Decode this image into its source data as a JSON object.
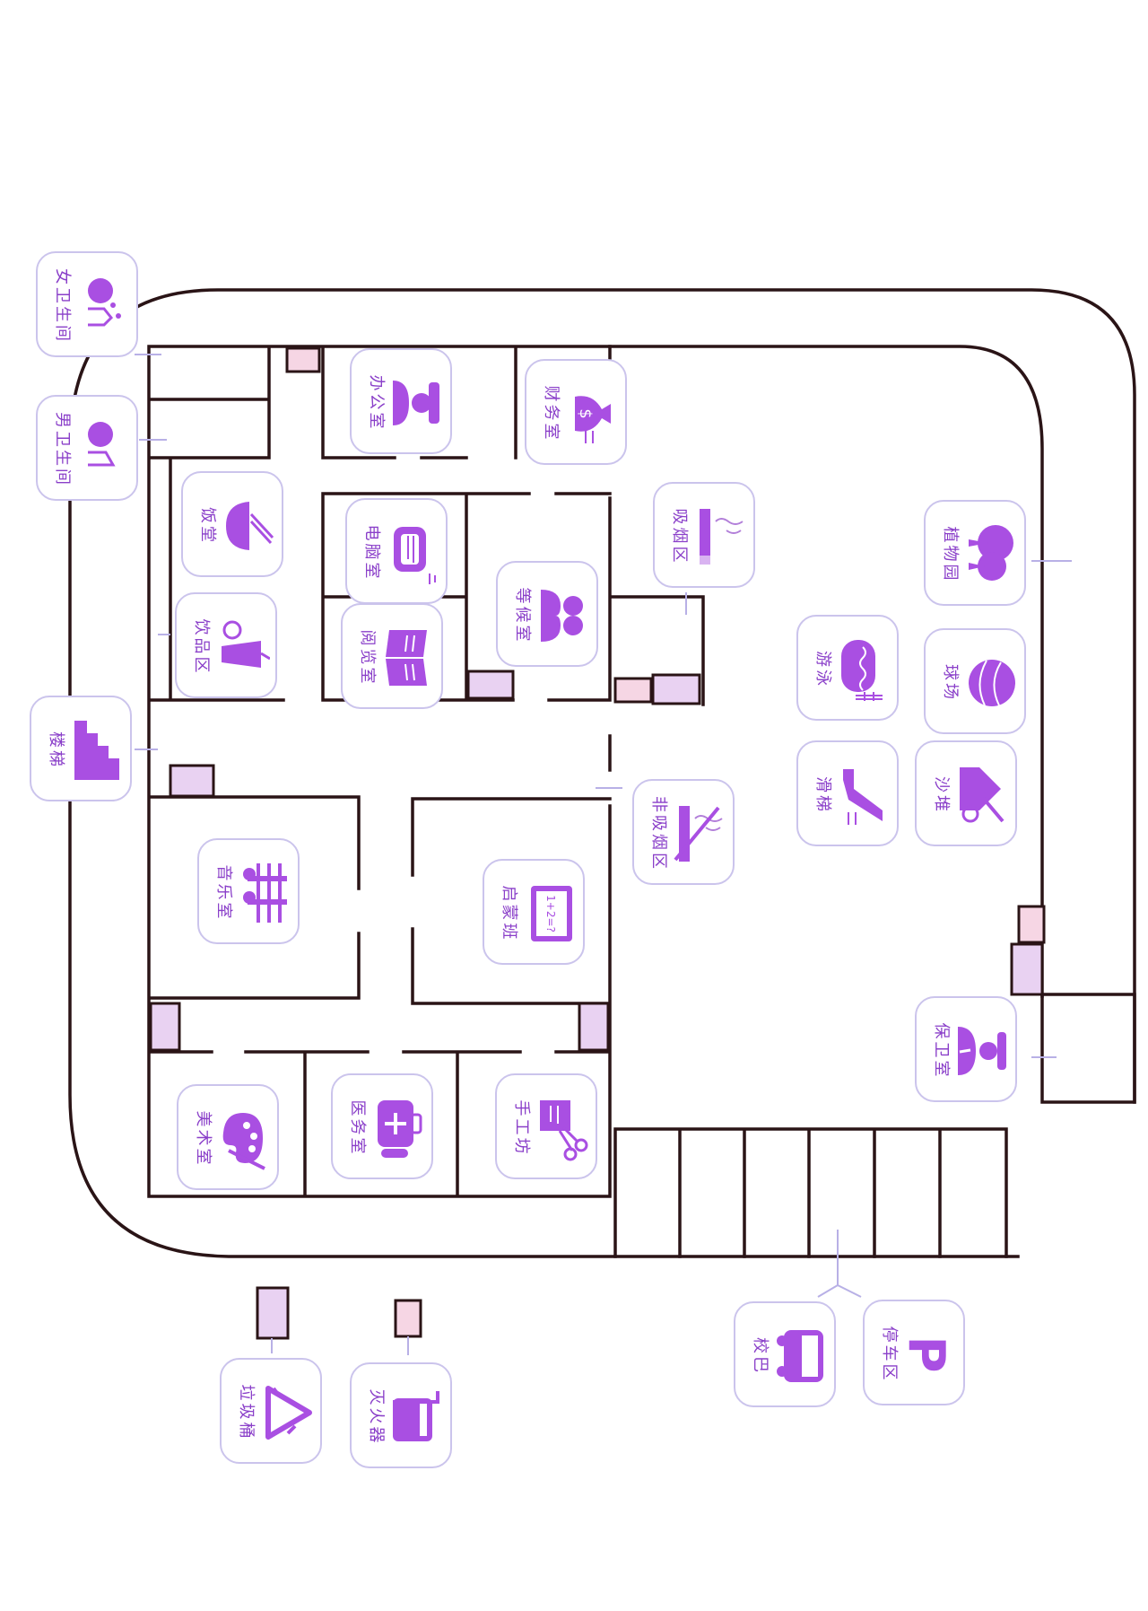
{
  "map_title": "",
  "colors": {
    "wall": "#2a1416",
    "icon": "#a94fe2",
    "label": "#8a3fc9",
    "card_border": "#cbc4ec",
    "door": "#e9d2f2",
    "door_pink": "#f6d6e4",
    "connector": "#b8b0e6"
  },
  "rooms": {
    "bathroom_female": {
      "label": "女卫生间",
      "icon": "female-restroom-icon"
    },
    "bathroom_male": {
      "label": "男卫生间",
      "icon": "male-restroom-icon"
    },
    "office": {
      "label": "办公室",
      "icon": "office-worker-icon"
    },
    "finance": {
      "label": "财务室",
      "icon": "money-bag-icon"
    },
    "cafeteria": {
      "label": "饭堂",
      "icon": "noodle-bowl-icon"
    },
    "drinks": {
      "label": "饮品区",
      "icon": "drink-cup-icon"
    },
    "computer": {
      "label": "电脑室",
      "icon": "computer-icon"
    },
    "reading": {
      "label": "阅览室",
      "icon": "open-book-icon"
    },
    "waiting": {
      "label": "等候室",
      "icon": "people-icon"
    },
    "smoking": {
      "label": "吸烟区",
      "icon": "cigarette-icon"
    },
    "no_smoking": {
      "label": "非吸烟区",
      "icon": "no-smoking-icon"
    },
    "stairs": {
      "label": "楼梯",
      "icon": "stairs-icon"
    },
    "music": {
      "label": "音乐室",
      "icon": "music-icon"
    },
    "enlightenment": {
      "label": "启蒙班",
      "icon": "blackboard-icon",
      "board_text": "1+2=?"
    },
    "art": {
      "label": "美术室",
      "icon": "palette-icon"
    },
    "medical": {
      "label": "医务室",
      "icon": "medical-kit-icon"
    },
    "craft": {
      "label": "手工坊",
      "icon": "scissors-icon"
    },
    "botanical": {
      "label": "植物园",
      "icon": "trees-icon"
    },
    "swimming": {
      "label": "游泳",
      "icon": "pool-icon"
    },
    "ballcourt": {
      "label": "球场",
      "icon": "ball-icon"
    },
    "slide": {
      "label": "滑梯",
      "icon": "slide-icon"
    },
    "sandpile": {
      "label": "沙堆",
      "icon": "sandpile-icon"
    },
    "security": {
      "label": "保卫室",
      "icon": "guard-icon"
    },
    "school_bus": {
      "label": "校巴",
      "icon": "bus-icon"
    },
    "parking": {
      "label": "停车区",
      "icon": "parking-icon",
      "glyph": "P"
    },
    "trash": {
      "label": "垃圾桶",
      "icon": "recycle-icon"
    },
    "extinguisher": {
      "label": "灭火器",
      "icon": "fire-extinguisher-icon"
    }
  }
}
